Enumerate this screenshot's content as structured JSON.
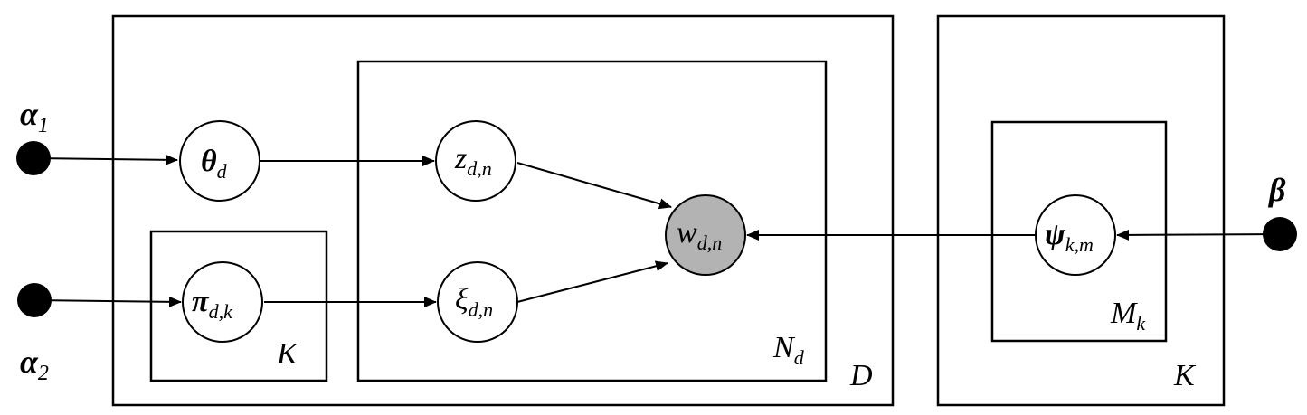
{
  "hyperparameters": {
    "alpha1": {
      "base": "α",
      "sub": "1"
    },
    "alpha2": {
      "base": "α",
      "sub": "2"
    },
    "beta": {
      "base": "β"
    }
  },
  "nodes": {
    "theta": {
      "base": "θ",
      "sub": "d",
      "observed": false
    },
    "pi": {
      "base": "π",
      "sub": "d,k",
      "observed": false
    },
    "z": {
      "base": "z",
      "sub": "d,n",
      "observed": false
    },
    "xi": {
      "base": "ξ",
      "sub": "d,n",
      "observed": false
    },
    "w": {
      "base": "w",
      "sub": "d,n",
      "observed": true
    },
    "psi": {
      "base": "ψ",
      "sub": "k,m",
      "observed": false
    }
  },
  "plates": {
    "D": {
      "base": "D"
    },
    "N": {
      "base": "N",
      "sub": "d"
    },
    "K_pi": {
      "base": "K"
    },
    "K_psi": {
      "base": "K"
    },
    "M": {
      "base": "M",
      "sub": "k"
    }
  },
  "colors": {
    "observed_fill": "#b3b3b3",
    "latent_fill": "#ffffff",
    "stroke": "#000000"
  }
}
